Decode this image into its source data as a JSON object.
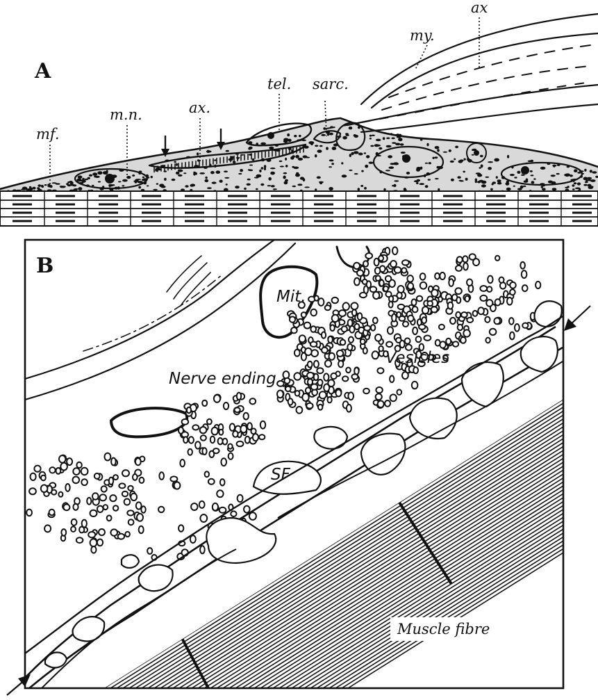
{
  "panel_a": {
    "letter": "A",
    "labels": {
      "mf": "mf.",
      "mn": "m.n.",
      "ax_small": "ax.",
      "tel": "tel.",
      "sarc": "sarc.",
      "my": "my.",
      "ax_large": "ax"
    }
  },
  "panel_b": {
    "letter": "B",
    "labels": {
      "mit": "Mit.",
      "vesicles": "Vesicles",
      "nerve_ending": "Nerve ending",
      "sf": "SF",
      "muscle_fibre": "Muscle fibre"
    }
  }
}
